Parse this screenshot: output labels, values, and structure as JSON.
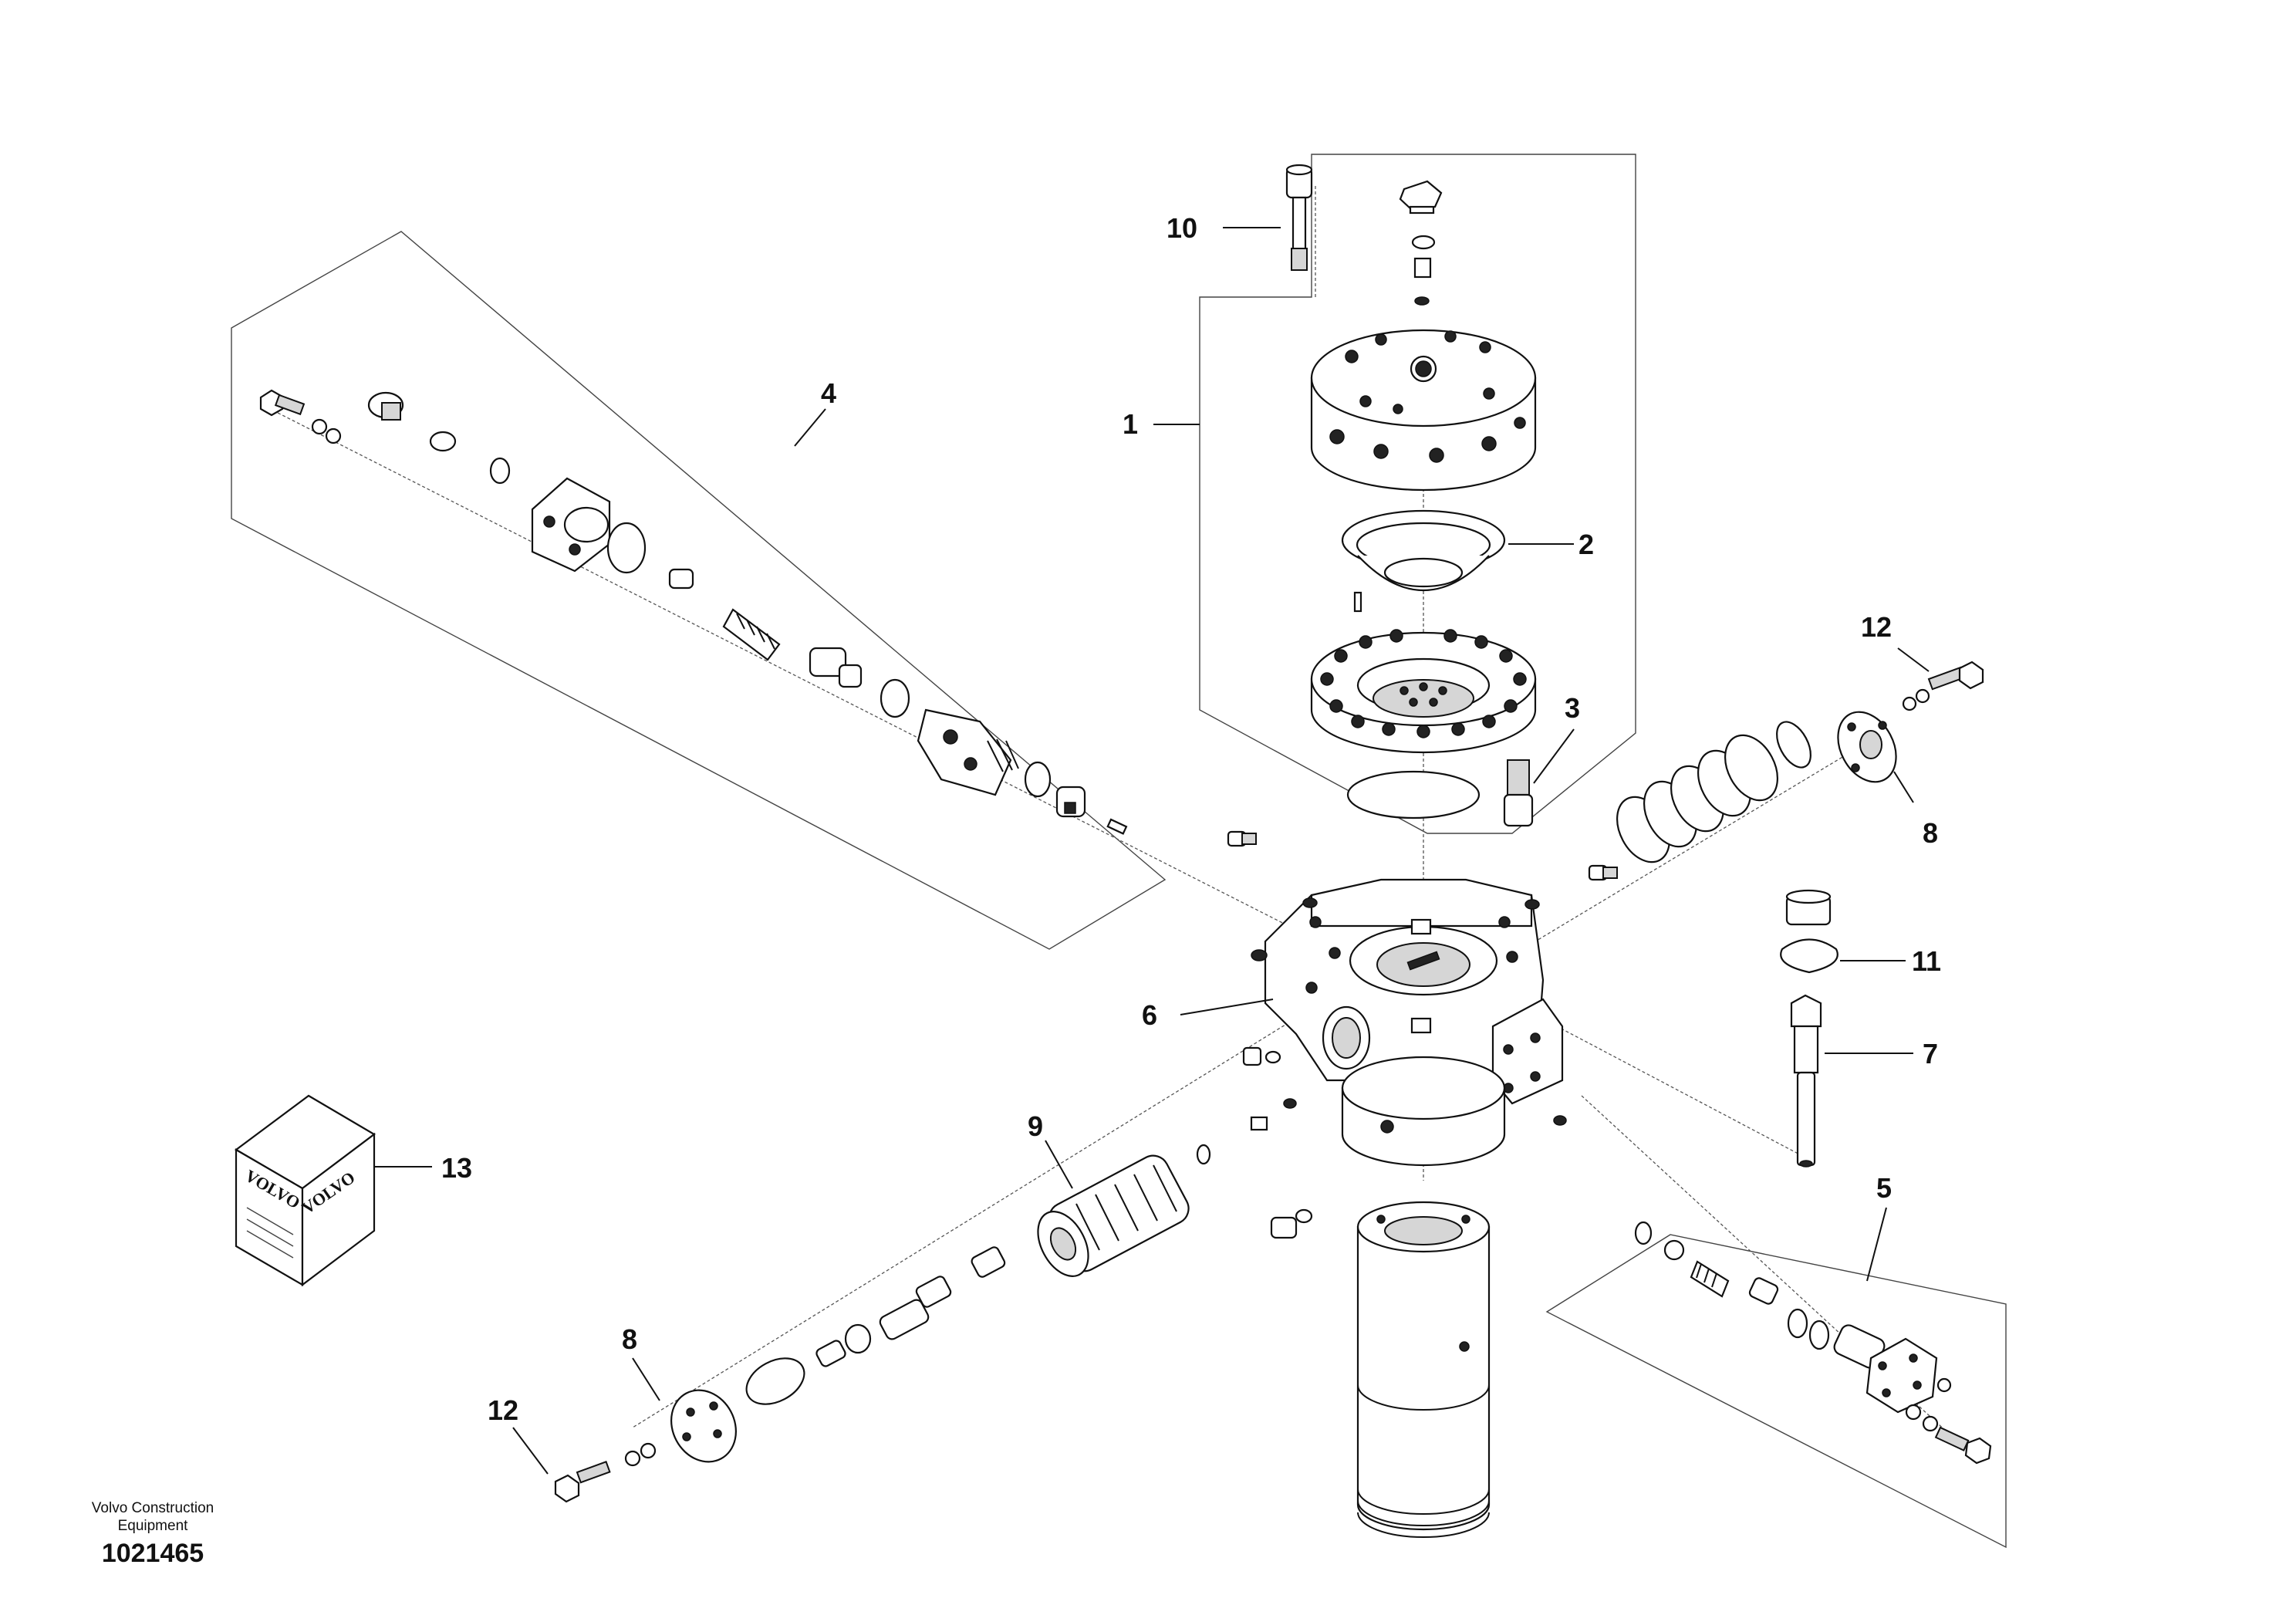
{
  "labels": {
    "n1": "1",
    "n2": "2",
    "n3": "3",
    "n4": "4",
    "n5": "5",
    "n6": "6",
    "n7": "7",
    "n8a": "8",
    "n8b": "8",
    "n9": "9",
    "n10": "10",
    "n11": "11",
    "n12a": "12",
    "n12b": "12",
    "n13": "13"
  },
  "footer": {
    "company_line1": "Volvo Construction",
    "company_line2": "Equipment",
    "document_number": "1021465"
  },
  "kit_box": {
    "brand_front": "VOLVO",
    "brand_side": "VOLVO"
  }
}
